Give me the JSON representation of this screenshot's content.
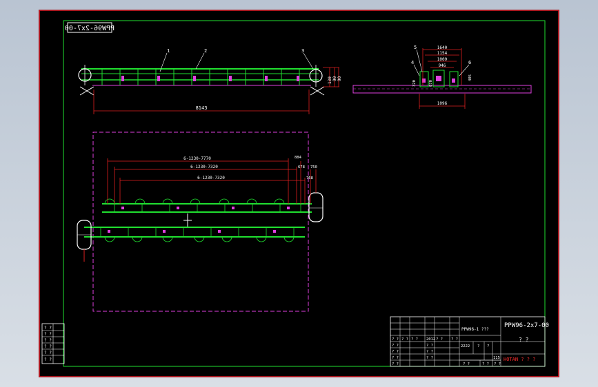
{
  "drawing_code_mirrored": "PPW96-2x7-00",
  "title_block": {
    "drawing_code": "PPW96-2x7-00",
    "drawing_name": "? ?",
    "part_label": "PPW96-1 ???",
    "company": "HOTAN ? ? ?",
    "scale_cell": "2222",
    "q1": "?",
    "q2": "?",
    "sheet_number": "115",
    "sign_row": [
      "? ?",
      "? ?",
      "? ?",
      "2012",
      "? ?",
      "? ?"
    ],
    "bottom_cells": [
      "? ?",
      "? ?",
      "? ?"
    ],
    "left_labels": [
      "? ?",
      "? ?",
      "? ?",
      "? ?",
      "? ?",
      "? ?",
      "? ?"
    ]
  },
  "rev_block": {
    "labels": [
      "? ?",
      "? ?",
      "? ?",
      "? ?",
      "? ?",
      "? ?"
    ]
  },
  "front_view": {
    "leaders": [
      "1",
      "2",
      "3"
    ],
    "overall_length": "8143",
    "height_dims": [
      "130",
      "90",
      "90"
    ]
  },
  "side_view": {
    "leaders": [
      "5",
      "4",
      "6"
    ],
    "dims": [
      "1640",
      "1154",
      "1009",
      "946",
      "1096"
    ],
    "vertical_dims": [
      "320",
      "870",
      "405"
    ]
  },
  "plan_view": {
    "dims": [
      "6-1230-7770",
      "6-1230-7320",
      "6-1230-7320"
    ],
    "right_dims": [
      "884",
      "678",
      "750",
      "768"
    ]
  }
}
